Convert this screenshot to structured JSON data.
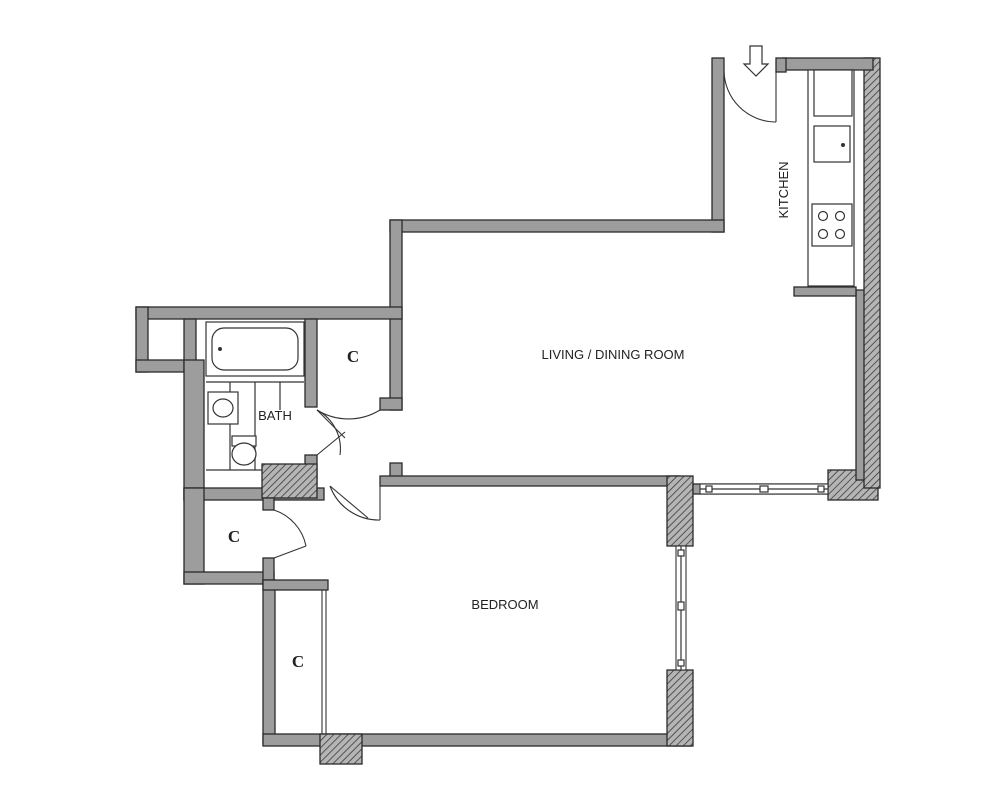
{
  "rooms": {
    "living": "LIVING / DINING ROOM",
    "kitchen": "KITCHEN",
    "bath": "BATH",
    "bedroom": "BEDROOM",
    "closet_1": "C",
    "closet_2": "C",
    "closet_3": "C"
  },
  "colors": {
    "wall_fill": "#9d9d9d",
    "wall_line": "#2b2b2b",
    "background": "#ffffff"
  },
  "icons": {
    "entrance": "entrance-arrow-icon",
    "sink": "sink-icon",
    "stove": "stove-icon",
    "bathtub": "bathtub-icon",
    "toilet": "toilet-icon"
  }
}
